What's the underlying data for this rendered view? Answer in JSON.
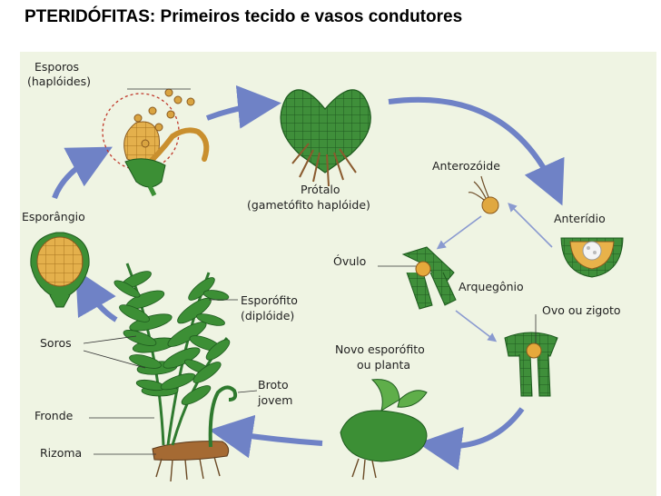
{
  "title": "PTERIDÓFITAS: Primeiros tecido e vasos condutores",
  "labels": {
    "esporos_1": "Esporos",
    "esporos_2": "(haplóides)",
    "protalo_1": "Prótalo",
    "protalo_2": "(gametófito haplóide)",
    "anterozoide": "Anterozóide",
    "anteridio": "Anterídio",
    "esporangio": "Esporângio",
    "ovulo": "Óvulo",
    "arquegonio": "Arquegônio",
    "esporofito_1": "Esporófito",
    "esporofito_2": "(diplóide)",
    "ovo": "Ovo ou zigoto",
    "soros": "Soros",
    "novo_1": "Novo esporófito",
    "novo_2": "ou planta",
    "broto_1": "Broto",
    "broto_2": "jovem",
    "fronde": "Fronde",
    "rizoma": "Rizoma"
  },
  "colors": {
    "background": "#eff4e3",
    "arrow": "#6f82c6",
    "leaf_dark": "#2f7a2f",
    "leaf_light": "#5fae4a",
    "spore": "#d9a441",
    "root": "#8a5a2e"
  }
}
